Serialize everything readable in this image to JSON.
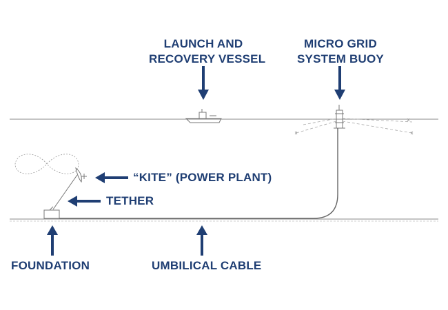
{
  "colors": {
    "label": "#1f3e73",
    "arrow": "#1f3e73",
    "drawing": "#777777",
    "light_drawing": "#a8a8a8",
    "background": "#ffffff"
  },
  "labels": {
    "launch_vessel": [
      "LAUNCH AND",
      "RECOVERY VESSEL"
    ],
    "buoy": [
      "MICRO GRID",
      "SYSTEM BUOY"
    ],
    "kite": "“KITE” (POWER PLANT)",
    "tether": "TETHER",
    "foundation": "FOUNDATION",
    "umbilical": "UMBILICAL CABLE"
  },
  "icons": {
    "vessel": "boat-icon",
    "buoy": "buoy-icon",
    "kite": "kite-icon",
    "foundation": "foundation-block-icon"
  }
}
